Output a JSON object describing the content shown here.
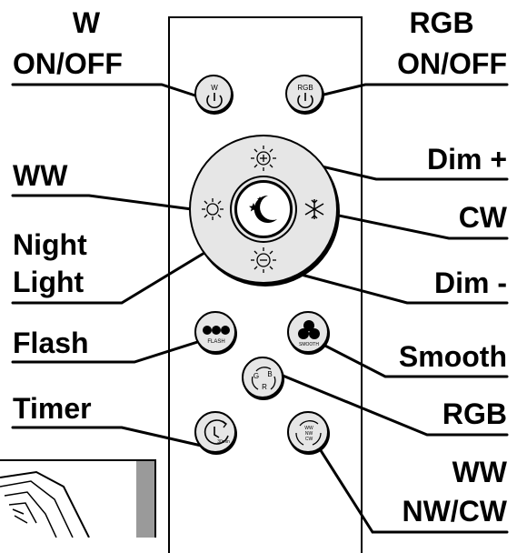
{
  "labels": {
    "w_on_off_1": "W",
    "w_on_off_2": "ON/OFF",
    "rgb_on_off_1": "RGB",
    "rgb_on_off_2": "ON/OFF",
    "dim_plus": "Dim +",
    "ww": "WW",
    "cw": "CW",
    "night_light_1": "Night",
    "night_light_2": "Light",
    "dim_minus": "Dim -",
    "flash": "Flash",
    "smooth": "Smooth",
    "rgb": "RGB",
    "timer": "Timer",
    "ww_nw_cw_1": "WW",
    "ww_nw_cw_2": "NW/CW"
  },
  "buttons": {
    "w_power_text": "W",
    "rgb_power_text": "RGB",
    "flash_text": "FLASH",
    "smooth_text": "SMOOTH",
    "rgb_cycle_g": "G",
    "rgb_cycle_b": "B",
    "rgb_cycle_r": "R",
    "timer_text": "30min",
    "ww_text": "WW",
    "nw_text": "NW",
    "cw_text": "CW"
  },
  "icons": {
    "w_power": "power-icon",
    "rgb_power": "power-icon",
    "dim_plus": "sun-plus-icon",
    "ww": "sun-icon",
    "night_light": "moon-stars-icon",
    "cw": "snowflake-icon",
    "dim_minus": "sun-minus-icon",
    "flash": "three-dots-icon",
    "smooth": "three-circles-icon",
    "rgb": "cycle-arrows-icon",
    "timer": "clock-icon",
    "color_temp": "cycle-arrows-icon"
  }
}
